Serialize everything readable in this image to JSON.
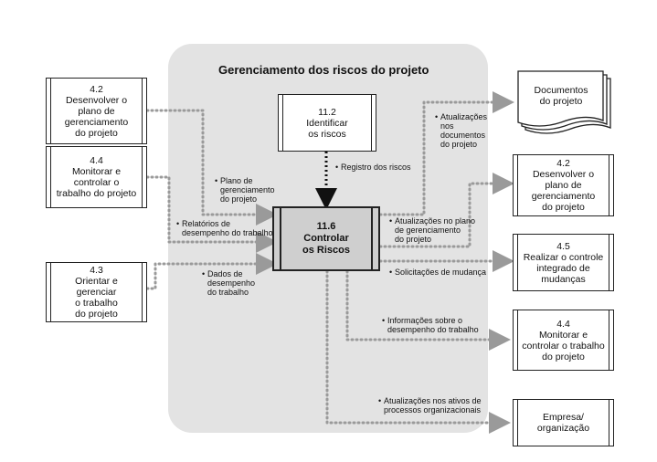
{
  "title": "Gerenciamento dos riscos do projeto",
  "center": {
    "num": "11.6",
    "name": "Controlar\nos Riscos"
  },
  "inputs": [
    {
      "id": "in1",
      "text": "4.2\nDesenvolver o\nplano de\ngerenciamento\ndo projeto"
    },
    {
      "id": "in2",
      "text": "4.4\nMonitorar e\ncontrolar o\ntrabalho do projeto"
    },
    {
      "id": "in3",
      "text": "4.3\nOrientar e gerenciar\no trabalho\ndo projeto"
    }
  ],
  "top_process": {
    "text": "11.2\nIdentificar\nos riscos"
  },
  "outputs": [
    {
      "id": "out1",
      "text": "Documentos\ndo projeto"
    },
    {
      "id": "out2",
      "text": "4.2\nDesenvolver o\nplano de\ngerenciamento\ndo projeto"
    },
    {
      "id": "out3",
      "text": "4.5\nRealizar o controle\nintegrado de\nmudanças"
    },
    {
      "id": "out4",
      "text": "4.4\nMonitorar e\ncontrolar o trabalho\ndo projeto"
    },
    {
      "id": "out5",
      "text": "Empresa/\norganização"
    }
  ],
  "flow_labels": {
    "registro": "Registro dos riscos",
    "plano": "Plano de\ngerenciamento\ndo projeto",
    "relatorios": "Relatórios de\ndesempenho do trabalho",
    "dados": "Dados de\ndesempenho\ndo trabalho",
    "atual_docs": "Atualizações\nnos\ndocumentos\ndo projeto",
    "atual_plano": "Atualizações no plano\nde gerenciamento\ndo projeto",
    "solicitacoes": "Solicitações de mudança",
    "informacoes": "Informações sobre o\ndesempenho do trabalho",
    "ativos": "Atualizações nos ativos de\nprocessos organizacionais"
  },
  "colors": {
    "panel": "#e3e3e3",
    "center": "#cfcfcf",
    "arrow": "#9a9a9a",
    "solid_arrow": "#111111"
  }
}
